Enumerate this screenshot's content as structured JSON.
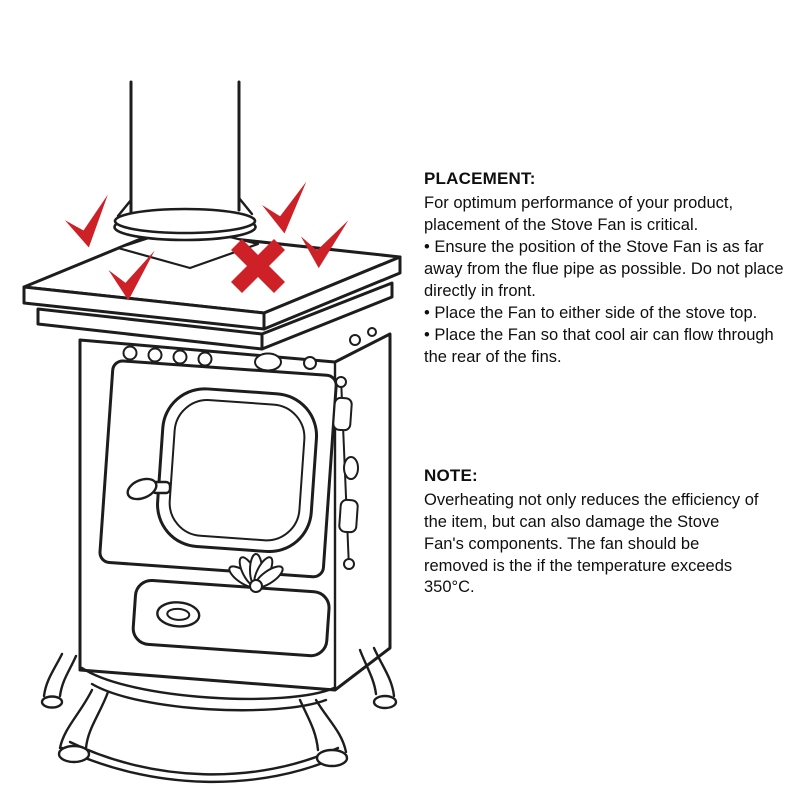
{
  "colors": {
    "mark_red": "#ce2027",
    "line_black": "#1d1d1d",
    "background": "#ffffff"
  },
  "illustration": {
    "description": "line drawing of a wood-burning stove with flue pipe",
    "marks": [
      {
        "icon": "check-mark-icon"
      },
      {
        "icon": "check-mark-icon"
      },
      {
        "icon": "x-mark-icon"
      },
      {
        "icon": "check-mark-icon"
      },
      {
        "icon": "check-mark-icon"
      }
    ]
  },
  "placement": {
    "heading": "PLACEMENT:",
    "intro": "For optimum performance of your product, placement of the Stove Fan is critical.",
    "bullets": [
      "• Ensure the position of the Stove Fan is as far away from the flue pipe as possible. Do not place directly in front.",
      "• Place the Fan to either side of the stove top.",
      "• Place the Fan so that cool air can flow through the rear of the fins."
    ]
  },
  "note": {
    "heading": "NOTE:",
    "body": "Overheating not only reduces the efficiency of the item, but can also damage the Stove Fan's components. The fan should be removed is the if the temperature exceeds 350°C."
  }
}
